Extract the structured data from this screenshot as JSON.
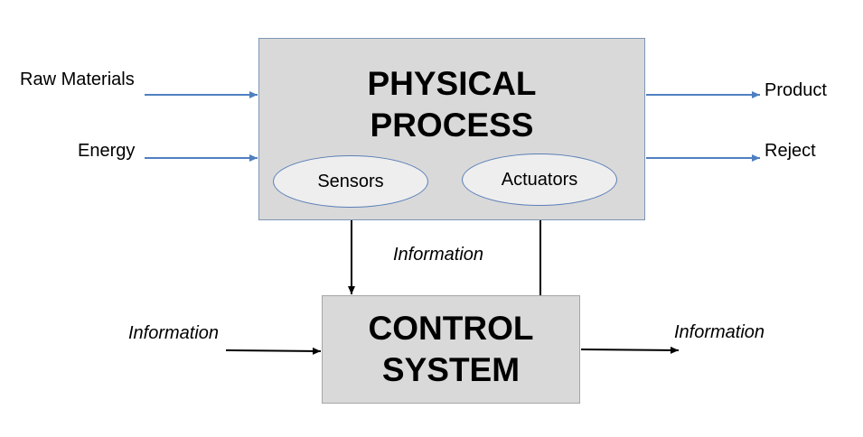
{
  "process_box": {
    "title": "PHYSICAL\nPROCESS"
  },
  "control_box": {
    "title": "CONTROL\nSYSTEM"
  },
  "sensors": {
    "label": "Sensors"
  },
  "actuators": {
    "label": "Actuators"
  },
  "inputs": {
    "raw_materials": "Raw Materials",
    "energy": "Energy"
  },
  "outputs": {
    "product": "Product",
    "reject": "Reject"
  },
  "information": {
    "middle": "Information",
    "control_in": "Information",
    "control_out": "Information"
  },
  "colors": {
    "box_fill": "#d9d9d9",
    "ellipse_fill": "#eeeeee",
    "blue_arrow": "#4f7fc0",
    "black_arrow": "#000000"
  }
}
